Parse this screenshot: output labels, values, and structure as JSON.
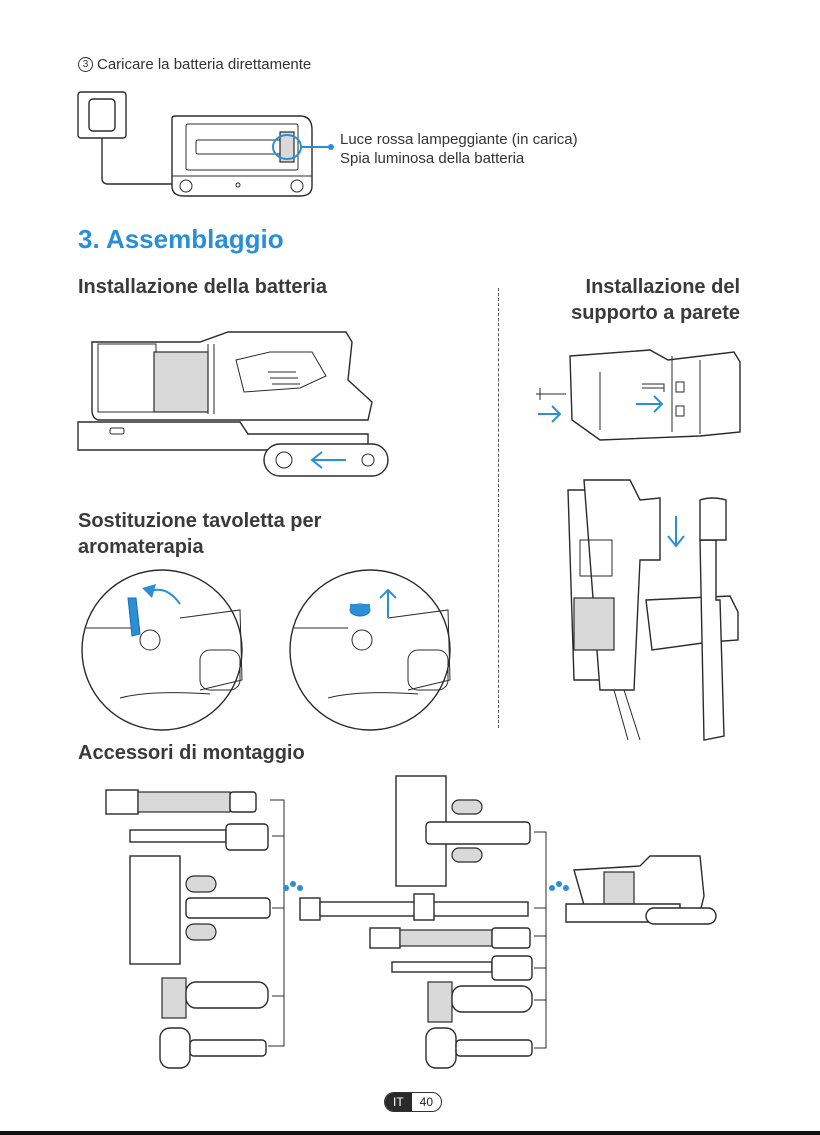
{
  "step": {
    "number": "3",
    "text": "Caricare la batteria direttamente"
  },
  "charging": {
    "line1": "Luce rossa lampeggiante (in carica)",
    "line2": "Spia luminosa della batteria"
  },
  "section": {
    "title": "3. Assemblaggio"
  },
  "battery_install": {
    "title": "Installazione della batteria"
  },
  "wall_mount": {
    "title_line1": "Installazione del",
    "title_line2": "supporto a parete"
  },
  "aroma": {
    "title_line1": "Sostituzione tavoletta per",
    "title_line2": "aromaterapia"
  },
  "accessories": {
    "title": "Accessori di montaggio"
  },
  "footer": {
    "lang": "IT",
    "page": "40"
  },
  "colors": {
    "accent": "#2a8fd6",
    "text": "#333333"
  }
}
